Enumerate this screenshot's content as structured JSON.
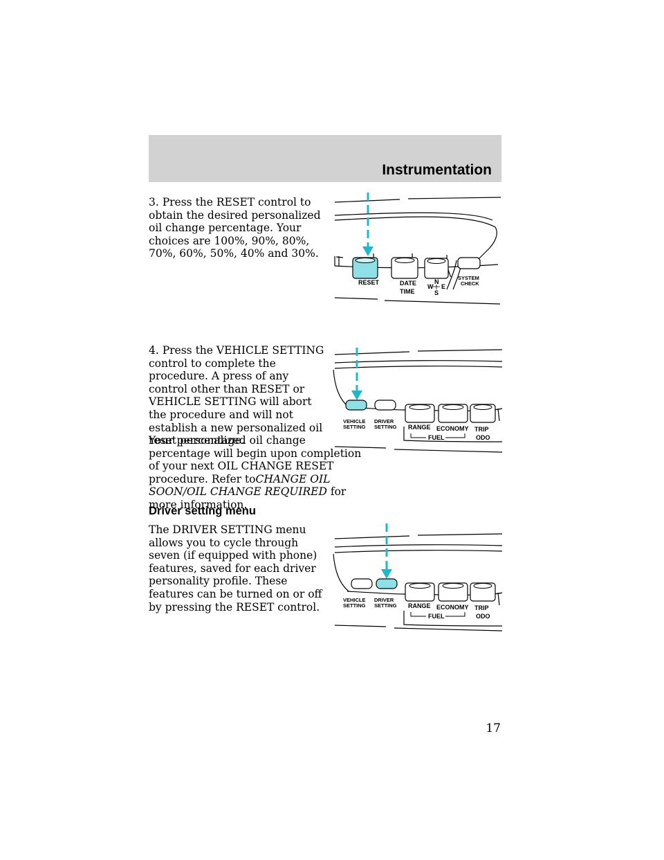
{
  "header": {
    "title": "Instrumentation"
  },
  "steps": {
    "step3": "3. Press the RESET control to obtain the desired personalized oil change percentage. Your choices are 100%, 90%, 80%, 70%, 60%, 50%, 40% and 30%.",
    "step4": "4. Press the VEHICLE SETTING control to complete the procedure. A press of any control other than RESET or VEHICLE SETTING will abort the procedure and will not establish a new personalized oil reset percentage.",
    "note_intro": "Your personalized oil change percentage will begin upon completion of your next OIL CHANGE RESET procedure. Refer to",
    "note_ref": "CHANGE OIL SOON/OIL CHANGE REQUIRED",
    "note_end": "for more information."
  },
  "section": {
    "heading": "Driver setting menu",
    "body": "The DRIVER SETTING menu allows you to cycle through seven (if equipped with phone) features, saved for each driver personality profile. These features can be turned on or off by pressing the RESET control."
  },
  "figure1": {
    "reset": "RESET",
    "date": "DATE",
    "time": "TIME",
    "compass_n": "N",
    "compass_w": "W",
    "compass_e": "E",
    "compass_s": "S",
    "system": "SYSTEM",
    "check": "CHECK"
  },
  "figure2": {
    "vehicle": "VEHICLE",
    "vehicle_setting": "SETTING",
    "driver": "DRIVER",
    "driver_setting": "SETTING",
    "range": "RANGE",
    "economy": "ECONOMY",
    "fuel": "FUEL",
    "trip": "TRIP",
    "odo": "ODO"
  },
  "figure3": {
    "vehicle": "VEHICLE",
    "vehicle_setting": "SETTING",
    "driver": "DRIVER",
    "driver_setting": "SETTING",
    "range": "RANGE",
    "economy": "ECONOMY",
    "fuel": "FUEL",
    "trip": "TRIP",
    "odo": "ODO"
  },
  "page": {
    "number": "17"
  },
  "colors": {
    "highlight": "#8fe0e6",
    "arrow": "#1fb8c8",
    "header_bg": "#d2d2d2"
  }
}
